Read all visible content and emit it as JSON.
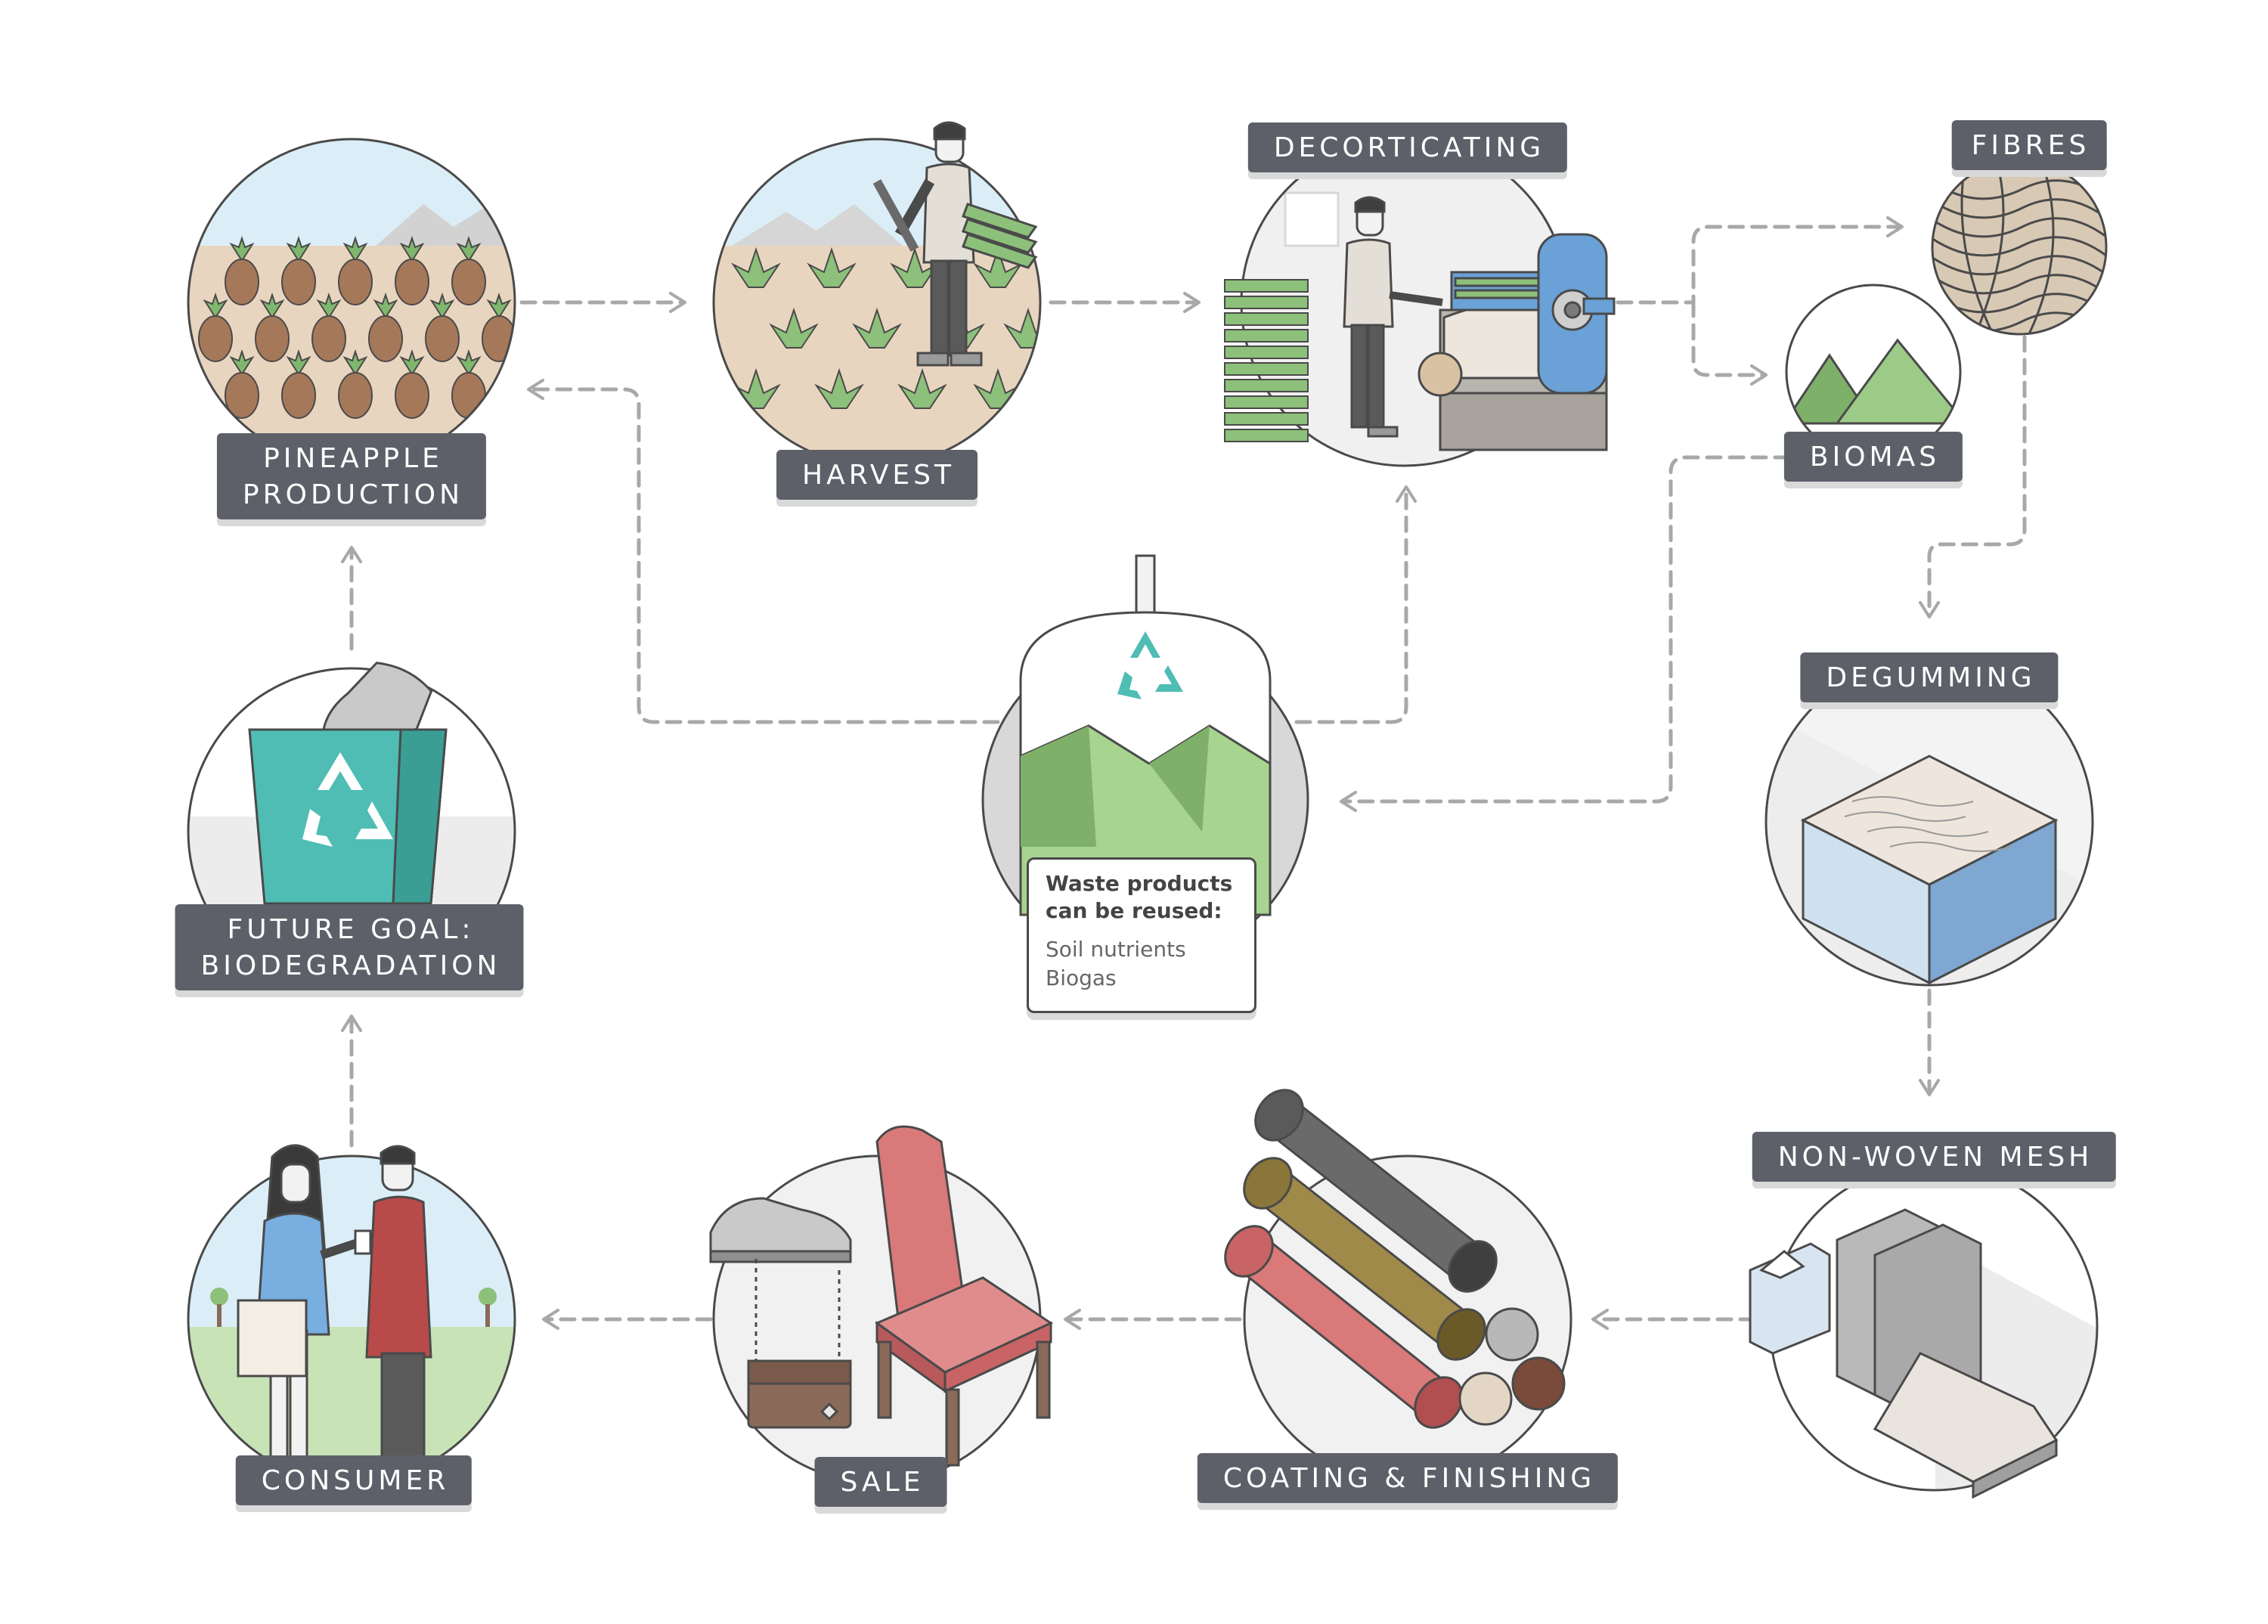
{
  "stages": {
    "pineapple_production": [
      "PINEAPPLE",
      "PRODUCTION"
    ],
    "harvest": "HARVEST",
    "decorticating": "DECORTICATING",
    "fibres": "FIBRES",
    "biomas": "BIOMAS",
    "degumming": "DEGUMMING",
    "non_woven_mesh": "NON-WOVEN MESH",
    "coating_finishing": "COATING & FINISHING",
    "sale": "SALE",
    "consumer": "CONSUMER",
    "future_goal": [
      "FUTURE GOAL:",
      "BIODEGRADATION"
    ]
  },
  "waste_note": {
    "title": [
      "Waste products",
      "can be reused:"
    ],
    "items": [
      "Soil nutrients",
      "Biogas"
    ]
  },
  "icons": [
    "recycle-icon",
    "pineapple-icon",
    "shoe-icon",
    "chair-icon",
    "bag-icon",
    "fabric-roll-icon",
    "mountain-icon",
    "person-icon"
  ],
  "colors": {
    "label_bg": "#5d6069",
    "label_text": "#ffffff",
    "arrow": "#a8a8a8",
    "green": "#8dc07a",
    "teal": "#4fbdb3",
    "sky": "#dbeef8"
  }
}
